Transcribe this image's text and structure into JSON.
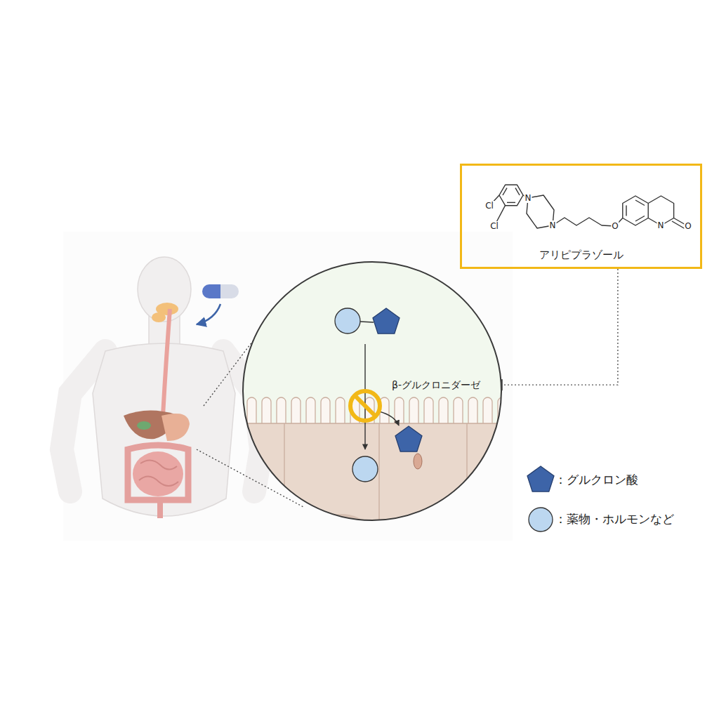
{
  "diagram": {
    "nodes": [
      {
        "text": [
          "アリピプラゾール"
        ]
      },
      {
        "text": [
          "β-グルクロニダーゼ"
        ]
      }
    ],
    "edges": [
      {
        "from": 0,
        "to": 1,
        "arrow": "to"
      }
    ],
    "labels": [
      "Cl",
      "Cl",
      "N",
      "N",
      "O",
      "N",
      "O"
    ],
    "legend": [
      {
        "text": "：グルクロン酸"
      },
      {
        "text": "：薬物・ホルモンなど"
      }
    ]
  }
}
